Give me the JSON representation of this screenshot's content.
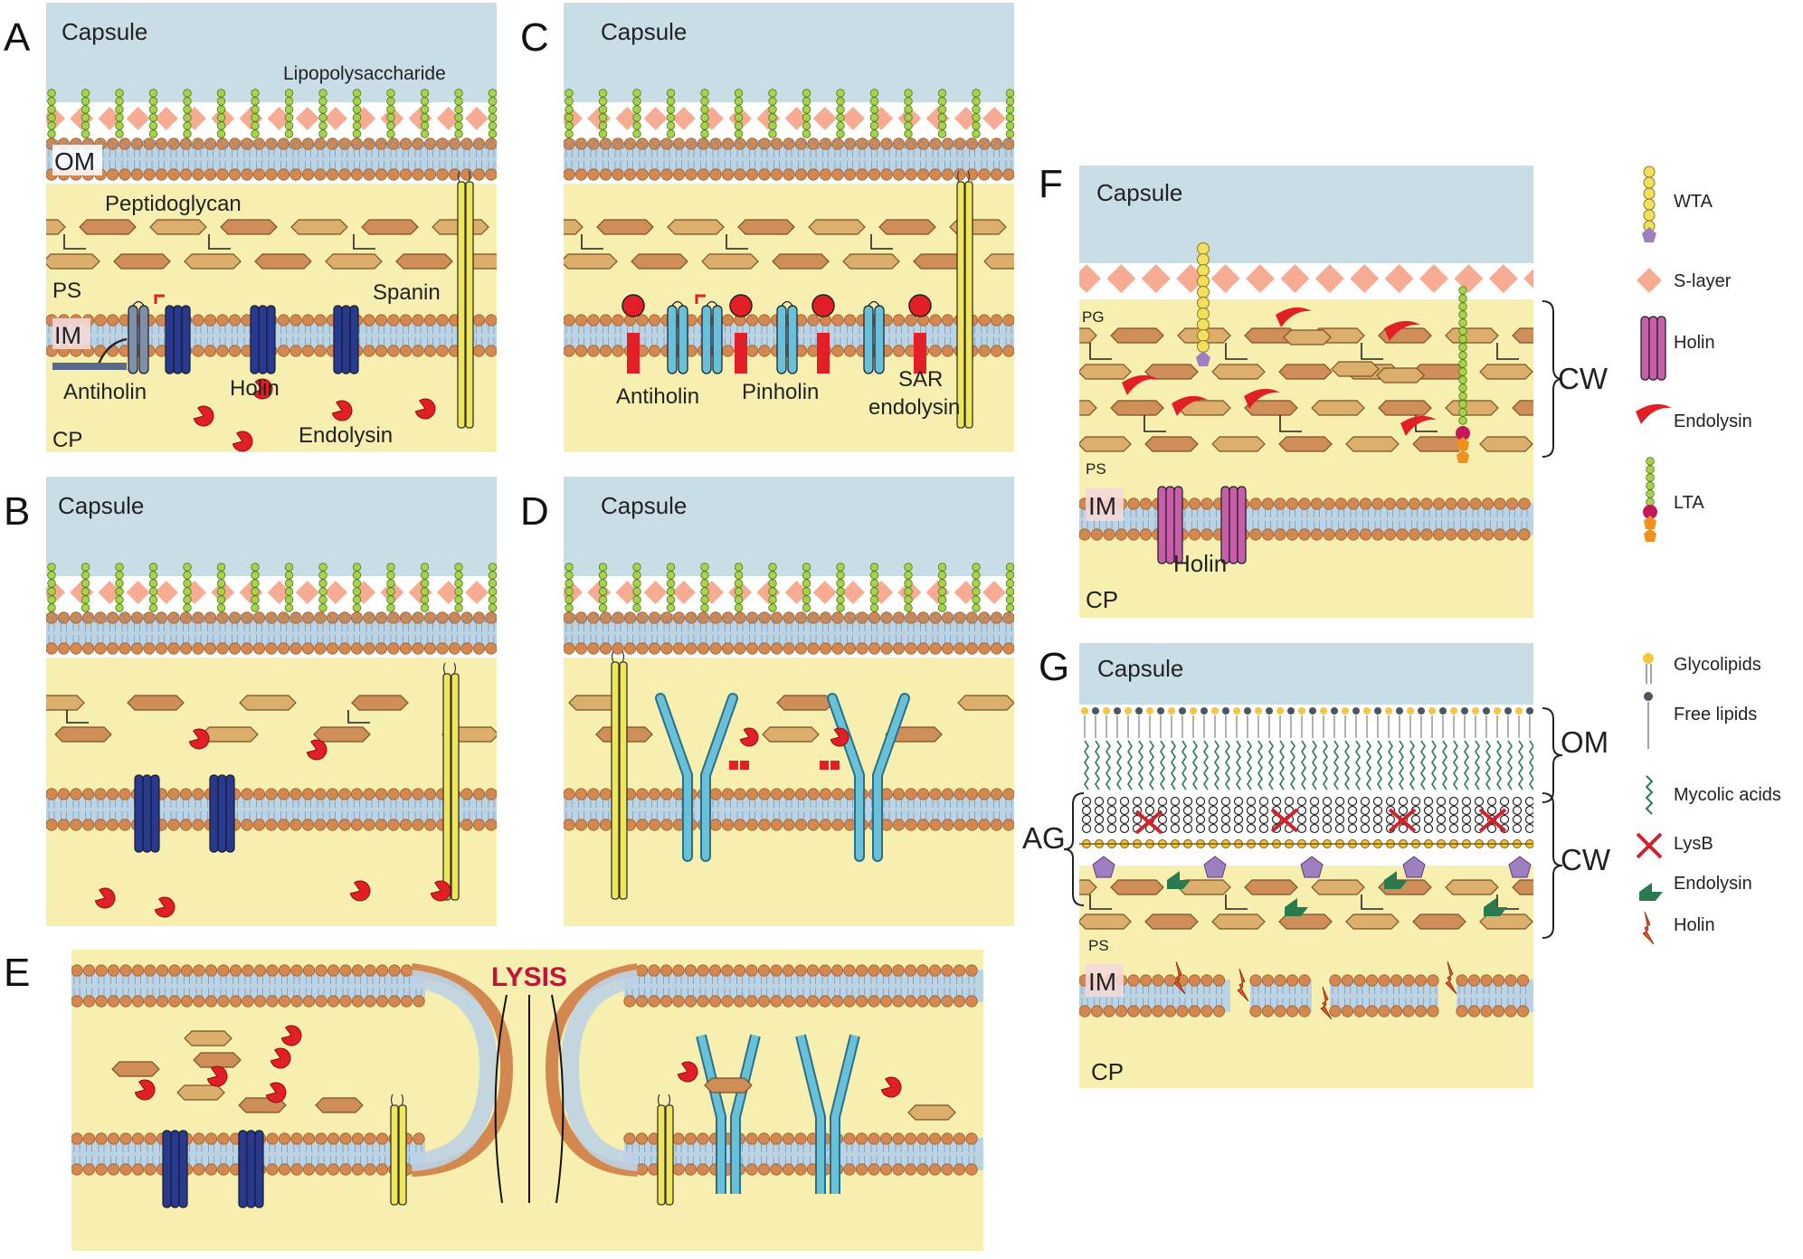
{
  "colors": {
    "capsule": "#c9dde6",
    "cytoplasm": "#f7efb0",
    "membrane": "#bcd3e4",
    "lipid_head": "#d3884f",
    "lipid_head_stroke": "#9c5a2a",
    "slayer": "#f7ab93",
    "lps_bead": "#a8d24a",
    "pg_a": "#cf8d57",
    "pg_b": "#dcae6c",
    "holin_dark": "#283a8f",
    "holin_light": "#68c1d9",
    "holin_pink": "#c85ea8",
    "spanin": "#f0e65a",
    "endolysin": "#e21e26",
    "wta": "#f2e05c",
    "wta_base": "#9e7fc0",
    "lta_bead": "#a8d24a",
    "lta_red": "#c5165a",
    "lta_orange": "#f0901f",
    "mycolic": "#2a7a4f",
    "arabinan": "#f4c63d",
    "lysis_text": "#c4123b"
  },
  "panels": {
    "A": {
      "letter": "A",
      "capsule": "Capsule",
      "lps": "Lipopolysaccharide",
      "om": "OM",
      "peptidoglycan": "Peptidoglycan",
      "ps": "PS",
      "spanin": "Spanin",
      "im": "IM",
      "antiholin": "Antiholin",
      "holin": "Holin",
      "cp": "CP",
      "endolysin": "Endolysin"
    },
    "B": {
      "letter": "B",
      "capsule": "Capsule"
    },
    "C": {
      "letter": "C",
      "capsule": "Capsule",
      "antiholin": "Antiholin",
      "pinholin": "Pinholin",
      "sar_1": "SAR",
      "sar_2": "endolysin"
    },
    "D": {
      "letter": "D",
      "capsule": "Capsule"
    },
    "E": {
      "letter": "E",
      "lysis": "LYSIS"
    },
    "F": {
      "letter": "F",
      "capsule": "Capsule",
      "pg": "PG",
      "ps": "PS",
      "im": "IM",
      "holin": "Holin",
      "cp": "CP",
      "cw": "CW"
    },
    "G": {
      "letter": "G",
      "capsule": "Capsule",
      "om": "OM",
      "ag": "AG",
      "cw": "CW",
      "ps": "PS",
      "im": "IM",
      "cp": "CP"
    }
  },
  "legend_f": [
    "WTA",
    "S-layer",
    "Holin",
    "Endolysin",
    "LTA"
  ],
  "legend_g": [
    "Glycolipids",
    "Free lipids",
    "Mycolic acids",
    "LysB",
    "Endolysin",
    "Holin"
  ]
}
